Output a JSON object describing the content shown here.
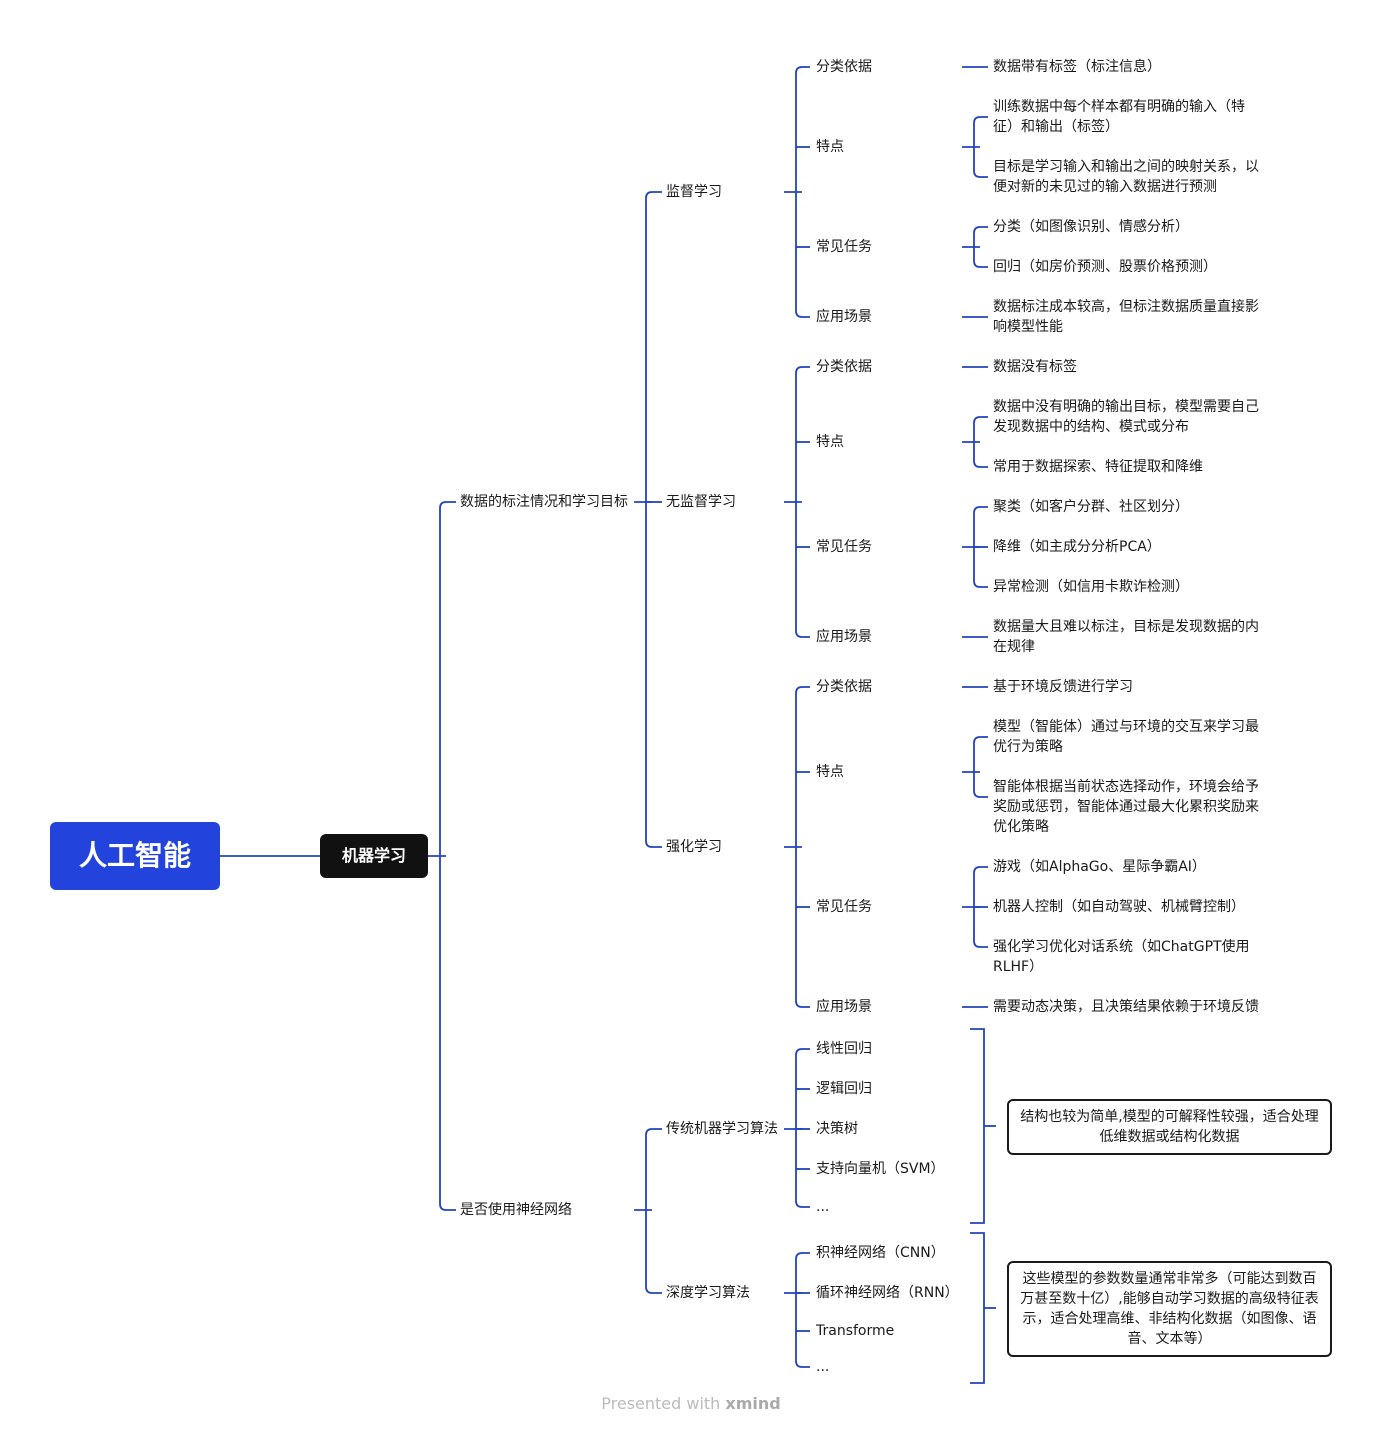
{
  "root": "人工智能",
  "level1": "机器学习",
  "branches": {
    "label_goal": "数据的标注情况和学习目标",
    "neural": "是否使用神经网络"
  },
  "supervised": {
    "label": "监督学习",
    "basis": "分类依据",
    "basis_val": "数据带有标签（标注信息）",
    "features": "特点",
    "features_1": "训练数据中每个样本都有明确的输入（特征）和输出（标签）",
    "features_2": "目标是学习输入和输出之间的映射关系，以便对新的未见过的输入数据进行预测",
    "tasks": "常见任务",
    "tasks_1": "分类（如图像识别、情感分析）",
    "tasks_2": "回归（如房价预测、股票价格预测）",
    "scene": "应用场景",
    "scene_val": "数据标注成本较高，但标注数据质量直接影响模型性能"
  },
  "unsupervised": {
    "label": "无监督学习",
    "basis": "分类依据",
    "basis_val": "数据没有标签",
    "features": "特点",
    "features_1": "数据中没有明确的输出目标，模型需要自己发现数据中的结构、模式或分布",
    "features_2": "常用于数据探索、特征提取和降维",
    "tasks": "常见任务",
    "tasks_1": "聚类（如客户分群、社区划分）",
    "tasks_2": "降维（如主成分分析PCA）",
    "tasks_3": "异常检测（如信用卡欺诈检测）",
    "scene": "应用场景",
    "scene_val": "数据量大且难以标注，目标是发现数据的内在规律"
  },
  "reinforcement": {
    "label": "强化学习",
    "basis": "分类依据",
    "basis_val": "基于环境反馈进行学习",
    "features": "特点",
    "features_1": "模型（智能体）通过与环境的交互来学习最优行为策略",
    "features_2": "智能体根据当前状态选择动作，环境会给予奖励或惩罚，智能体通过最大化累积奖励来优化策略",
    "tasks": "常见任务",
    "tasks_1": "游戏（如AlphaGo、星际争霸AI）",
    "tasks_2": "机器人控制（如自动驾驶、机械臂控制）",
    "tasks_3": "强化学习优化对话系统（如ChatGPT使用RLHF）",
    "scene": "应用场景",
    "scene_val": "需要动态决策，且决策结果依赖于环境反馈"
  },
  "traditional": {
    "label": "传统机器学习算法",
    "items": [
      "线性回归",
      "逻辑回归",
      "决策树",
      "支持向量机（SVM）",
      "..."
    ],
    "summary": "结构也较为简单,模型的可解释性较强，适合处理低维数据或结构化数据"
  },
  "deep": {
    "label": "深度学习算法",
    "items": [
      "积神经网络（CNN）",
      "循环神经网络（RNN）",
      "Transforme",
      "..."
    ],
    "summary": "这些模型的参数数量通常非常多（可能达到数百万甚至数十亿）,能够自动学习数据的高级特征表示，适合处理高维、非结构化数据（如图像、语音、文本等）"
  },
  "footer": {
    "prefix": "Presented with",
    "brand": "xmind"
  },
  "colors": {
    "line": "#2244bb",
    "root_bg": "#2244dd",
    "l1_bg": "#111111"
  }
}
